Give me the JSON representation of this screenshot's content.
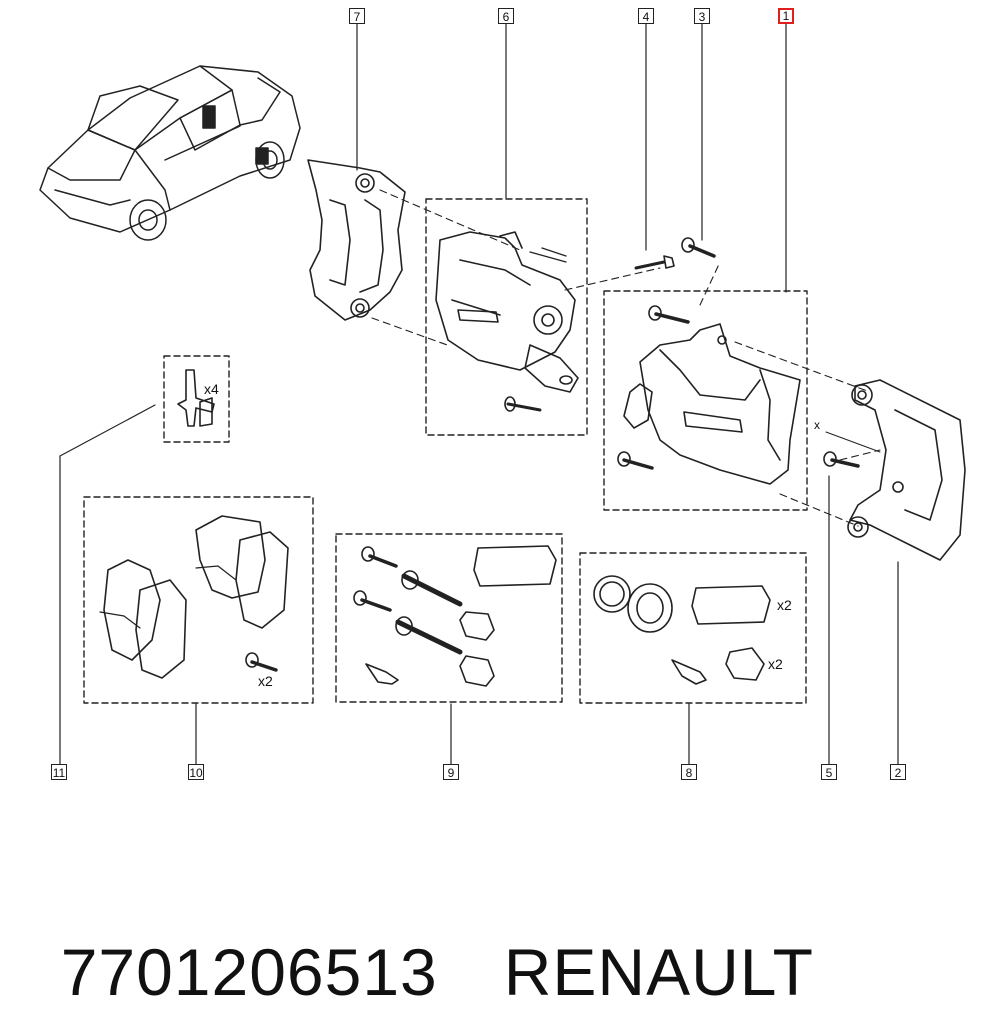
{
  "callouts": [
    "1",
    "2",
    "3",
    "4",
    "5",
    "6",
    "7",
    "8",
    "9",
    "10",
    "11"
  ],
  "highlighted_callout": "1",
  "quantities": {
    "clips": "x4",
    "pad_bolt": "x2",
    "sachet_8": "x2",
    "boot_8": "x2"
  },
  "clearance_mark": "x",
  "part_number": "7701206513",
  "brand": "RENAULT",
  "colors": {
    "line": "#222222",
    "highlight": "#e02020",
    "background": "#ffffff"
  }
}
